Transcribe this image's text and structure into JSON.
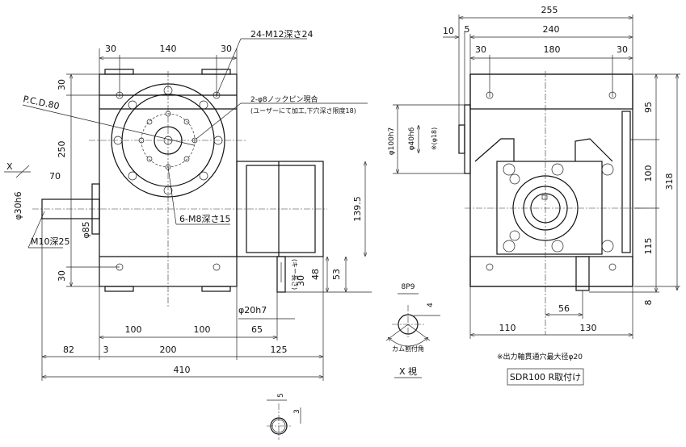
{
  "front_view": {
    "top_30a": "30",
    "top_140": "140",
    "top_30b": "30",
    "tap_note": "24-M12深さ24",
    "pin_note": "2-φ8ノックピン現合",
    "pin_note2": "(ユーザーにて加工,下穴深さ限度18)",
    "pcd": "P.C.D.80",
    "left_30a": "30",
    "left_250": "250",
    "left_30b": "30",
    "x_mark": "X",
    "shaft_len": "70",
    "shaft_dia": "φ30h6",
    "boss_dia": "φ85",
    "shaft_tap": "M10深25",
    "output_tap": "6-M8深さ15",
    "height_1395": "139.5",
    "h_48": "48",
    "h_53": "53",
    "key_len": "(キー長さ)",
    "key_30": "30",
    "out_shaft_dia": "φ20h7",
    "b_100a": "100",
    "b_100b": "100",
    "b_65": "65",
    "b_82": "82",
    "b_3": "3",
    "b_200": "200",
    "b_125": "125",
    "b_410": "410"
  },
  "key_detail": {
    "w": "5",
    "d": "3"
  },
  "x_view": {
    "key": "8P9",
    "depth": "4",
    "angle": "カム割付角",
    "title": "X 視"
  },
  "side_view": {
    "w_255": "255",
    "w_10": "10",
    "w_5": "5",
    "w_240": "240",
    "w_30a": "30",
    "w_180": "180",
    "w_30b": "30",
    "h_95": "95",
    "h_100": "100",
    "h_115": "115",
    "h_8": "8",
    "h_318": "318",
    "d_100h7": "φ100h7",
    "d_40h6": "φ40h6",
    "d_18": "※(φ18)",
    "b_56": "56",
    "b_110": "110",
    "b_130": "130",
    "note": "※出力軸貫通穴最大径φ20",
    "model": "SDR100 R取付け"
  }
}
